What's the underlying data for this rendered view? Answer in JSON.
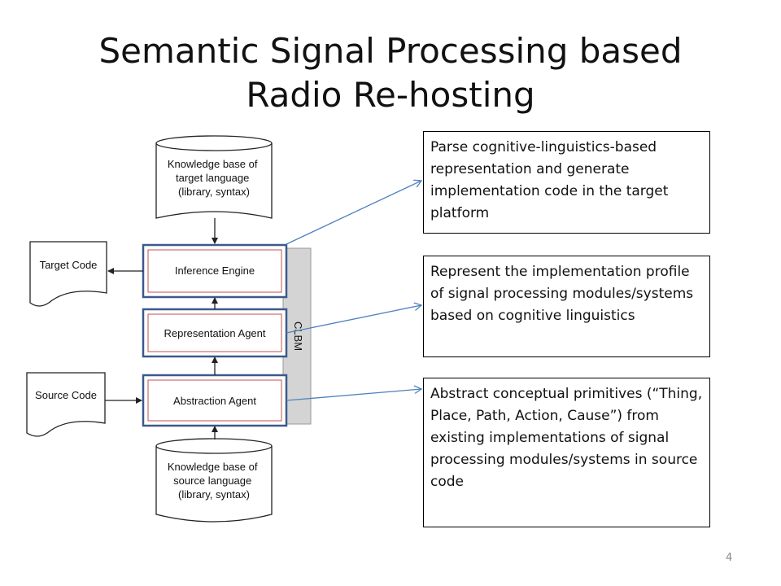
{
  "title": {
    "line1": "Semantic Signal Processing based",
    "line2": "Radio Re-hosting"
  },
  "diagram": {
    "kb_target": [
      "Knowledge base of",
      "target language",
      "(library, syntax)"
    ],
    "kb_source": [
      "Knowledge base of",
      "source language",
      "(library, syntax)"
    ],
    "target_code": "Target Code",
    "source_code": "Source Code",
    "inference_engine": "Inference Engine",
    "representation_agent": "Representation Agent",
    "abstraction_agent": "Abstraction Agent",
    "clbm": "CLBM"
  },
  "notes": {
    "parse": "Parse cognitive-linguistics-based representation and generate implementation code in the target platform",
    "represent": "Represent the implementation profile of signal processing modules/systems based on cognitive linguistics",
    "abstract": "Abstract conceptual primitives (“Thing, Place, Path, Action, Cause”) from existing implementations of signal processing modules/systems in source code"
  },
  "page_number": "4",
  "colors": {
    "agent_outer_border": "#3b5a8c",
    "agent_inner_border": "#c0504d",
    "clbm_fill": "#d4d4d4",
    "connector": "#4f81bd"
  }
}
